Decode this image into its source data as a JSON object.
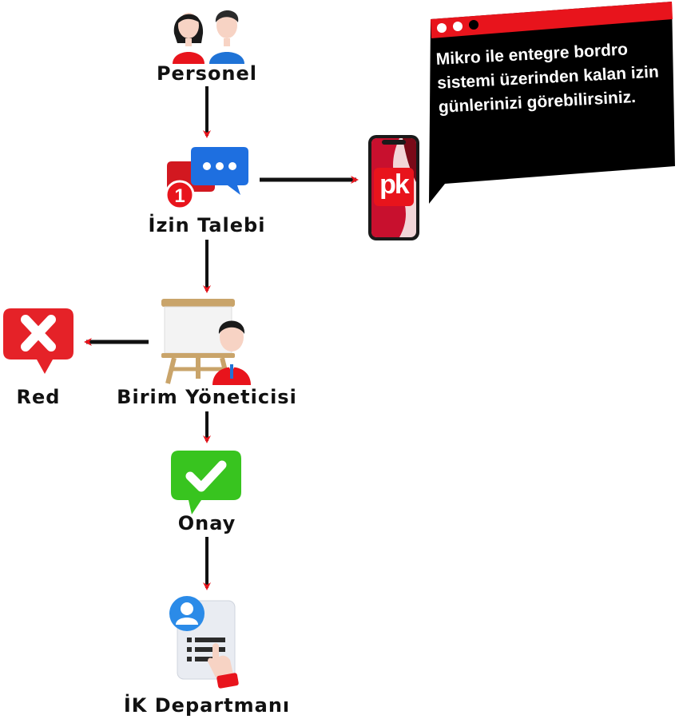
{
  "nodes": {
    "personel": {
      "label": "Personel",
      "icon": "people-icon"
    },
    "izin_talebi": {
      "label": "İzin Talebi",
      "icon": "chat-notification-icon"
    },
    "birim_yoneticisi": {
      "label": "Birim Yöneticisi",
      "icon": "manager-whiteboard-icon"
    },
    "red": {
      "label": "Red",
      "icon": "reject-x-icon"
    },
    "onay": {
      "label": "Onay",
      "icon": "approve-check-icon"
    },
    "ik_departmani": {
      "label": "İK Departmanı",
      "icon": "hr-document-icon"
    }
  },
  "app": {
    "logo_text": "pk",
    "icon": "pk-app-phone-icon"
  },
  "callout": {
    "text": "Mikro ile entegre bordro sistemi üzerinden kalan izin günlerinizi görebilirsiniz."
  },
  "colors": {
    "accent": "#e8141c",
    "arrow": "#111111",
    "approve": "#35c21e",
    "bubble": "#000000"
  }
}
